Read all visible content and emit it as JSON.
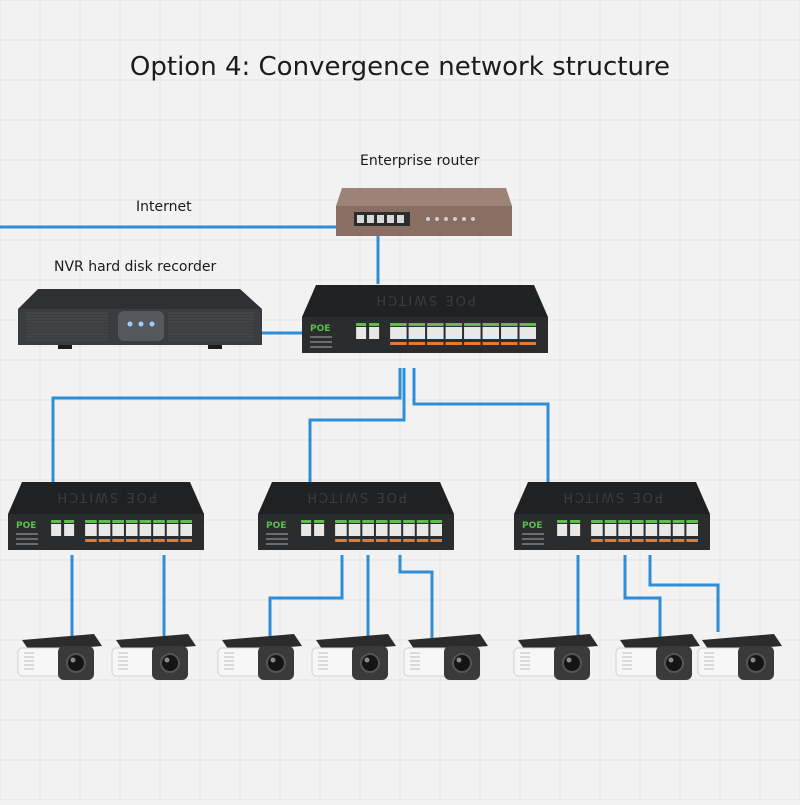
{
  "title": "Option 4: Convergence network structure",
  "labels": {
    "router": "Enterprise router",
    "internet": "Internet",
    "nvr": "NVR hard disk recorder"
  },
  "devices": {
    "switch_badge": "POE",
    "switch_panel_text": "POE SWITCH"
  },
  "colors": {
    "cable": "#2f8fd6",
    "switch_body": "#2a2c2e",
    "switch_top": "#1f2123",
    "port_green": "#5bbf4a",
    "port_orange": "#e8782a",
    "router_body": "#8a6e64",
    "nvr_body": "#3a3c3f",
    "camera_body": "#f7f7f7",
    "camera_hood": "#2b2b2b"
  }
}
